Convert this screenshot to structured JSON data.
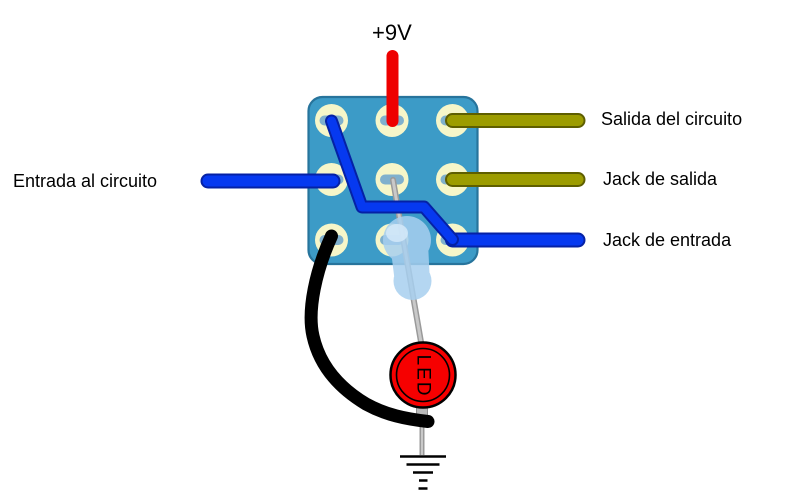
{
  "diagram": {
    "type": "wiring-diagram",
    "subject": "footswitch-3x3-lugs"
  },
  "labels": {
    "power": "+9V",
    "circuit_input": "Entrada al circuito",
    "circuit_output": "Salida del circuito",
    "output_jack": "Jack de salida",
    "input_jack": "Jack de entrada",
    "led": "LED"
  },
  "colors": {
    "background": "#ffffff",
    "switch_body": "#3c9bc7",
    "switch_border": "#27749c",
    "lug": "#f6f6c9",
    "lug_slot": "#7fb0cd",
    "wire_power_red": "#ee0000",
    "wire_output_olive": "#9c9c00",
    "wire_input_blue": "#0639f0",
    "wire_ground_black": "#000000",
    "resistor_body": "#a7cfee",
    "led_red": "#f60000",
    "lead_gray": "#9a9a9a",
    "text": "#000000"
  }
}
